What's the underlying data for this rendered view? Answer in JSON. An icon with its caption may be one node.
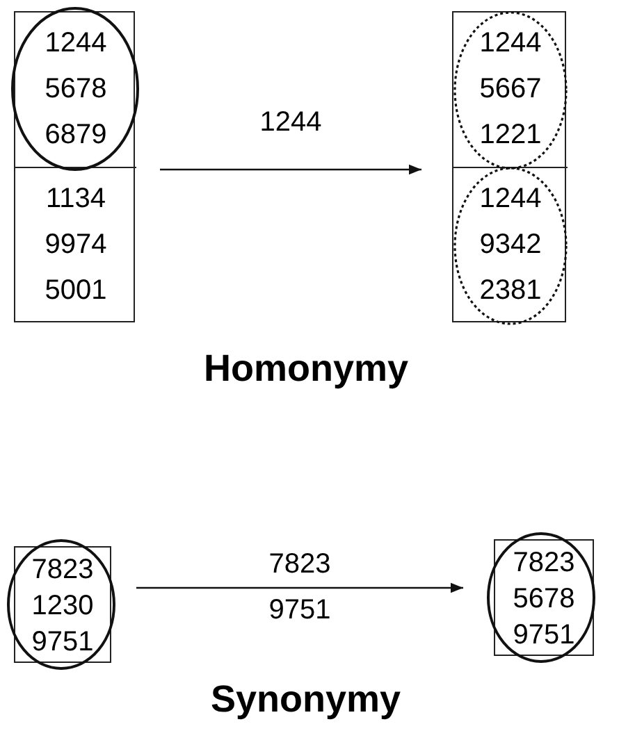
{
  "diagram": {
    "nodes": [
      {
        "text": [],
        "shape": "box"
      },
      {
        "text": [
          "1244",
          "5678",
          "6879"
        ],
        "in": 0
      },
      {
        "text": [
          "1134",
          "9974",
          "5001"
        ],
        "in": 0
      },
      {
        "text": [],
        "shape": "box"
      },
      {
        "text": [
          "1244",
          "5667",
          "1221"
        ],
        "in": 3
      },
      {
        "text": [
          "1244",
          "9342",
          "2381"
        ],
        "in": 3
      },
      {
        "text": [
          "7823",
          "1230",
          "9751"
        ]
      },
      {
        "text": [
          "7823",
          "5678",
          "9751"
        ]
      }
    ],
    "edges": [
      {
        "from": 0,
        "to": 3,
        "arrow": "to",
        "label": "1244"
      },
      {
        "from": 6,
        "to": 7,
        "arrow": "to",
        "label": "7823 9751"
      }
    ],
    "labels": [
      "Homonymy",
      "Synonymy"
    ]
  }
}
